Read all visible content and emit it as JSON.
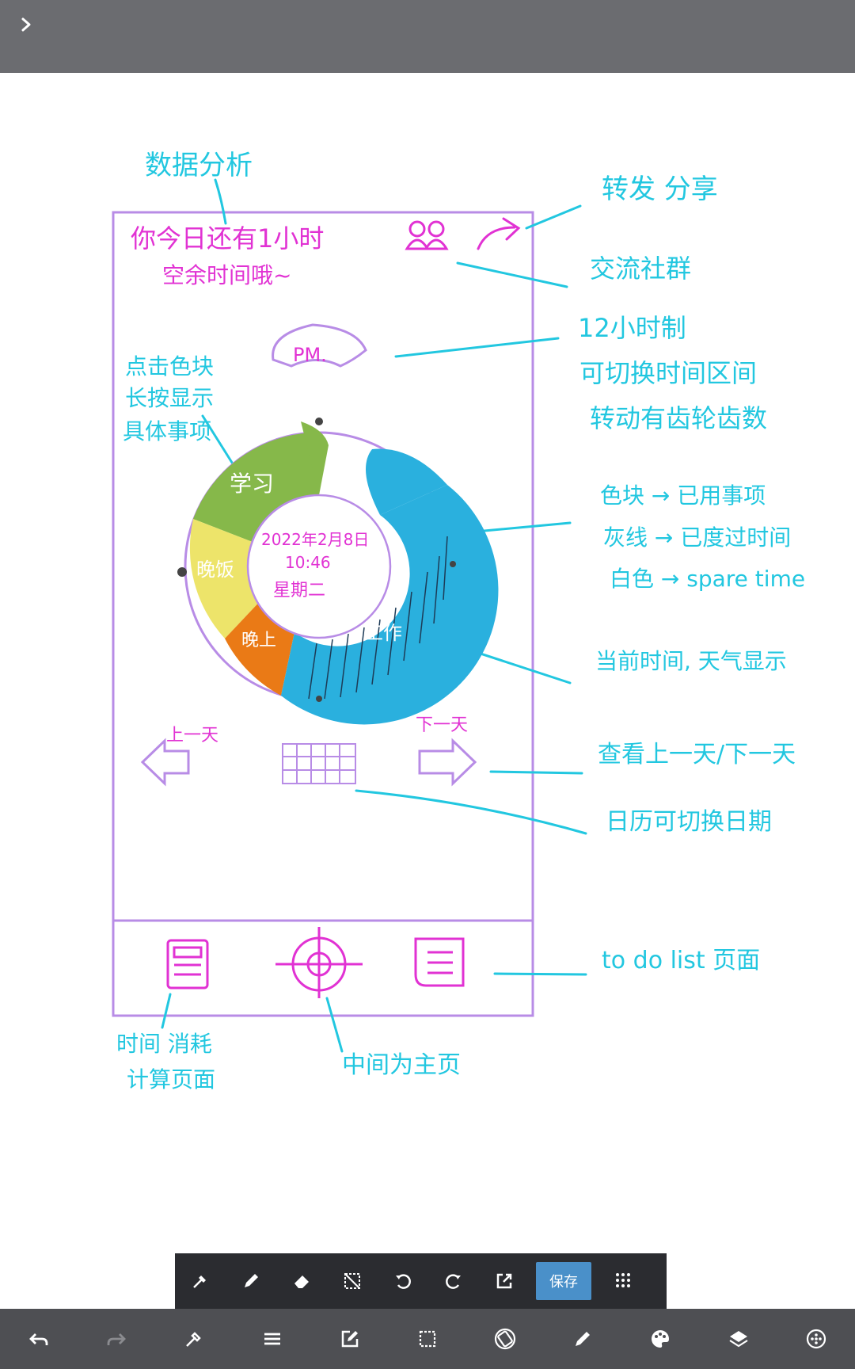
{
  "colors": {
    "topbar": "#6b6c70",
    "float_toolbar": "#2b2c30",
    "bottom_bar": "#4e4f53",
    "save_accent": "#4a90c9",
    "ink_cyan": "#22c7e0",
    "ink_magenta": "#e132d3",
    "frame_purple": "#b88ce6",
    "study_green": "#86b84a",
    "work_blue": "#2ab0de",
    "dinner_yellow": "#ede46a",
    "evening_orange": "#ea7a16"
  },
  "topbar": {
    "expand_icon": "chevron-right-icon"
  },
  "float_toolbar": {
    "icons": [
      "eyedropper-icon",
      "pen-icon",
      "eraser-icon",
      "deselect-icon",
      "rotate-left-icon",
      "rotate-right-icon",
      "export-icon",
      "grid-dots-icon"
    ],
    "save_label": "保存"
  },
  "bottom_bar": {
    "icons": [
      "undo-icon",
      "redo-icon",
      "eyedropper-icon",
      "menu-icon",
      "edit-icon",
      "selection-icon",
      "rotate-canvas-icon",
      "brush-icon",
      "palette-icon",
      "layers-icon",
      "more-icon"
    ]
  },
  "sketch": {
    "notes": {
      "reminder": "数据分析",
      "header_line1": "你今日还有1小时",
      "header_line2": "空余时间哦~",
      "share": "转发 分享",
      "community": "交流社群",
      "pm": "PM.",
      "mode_line1": "12小时制",
      "mode_line2": "可切换时间区间",
      "mode_line3": "转动有齿轮齿数",
      "tap_line1": "点击色块",
      "tap_line2": "长按显示",
      "tap_line3": "具体事项",
      "study": "学习",
      "dinner": "晚饭",
      "evening": "晚上",
      "work": "工作",
      "center_date": "2022年2月8日",
      "center_time": "10:46",
      "center_weekday": "星期二",
      "legend_line1": "色块 → 已用事项",
      "legend_line2": "灰线 → 已度过时间",
      "legend_line3": "白色 → spare time",
      "current_time_note": "当前时间, 天气显示",
      "prev_day": "上一天",
      "next_day": "下一天",
      "view_days": "查看上一天/下一天",
      "calendar_note": "日历可切换日期",
      "todo_note": "to do list 页面",
      "calc_line1": "时间 消耗",
      "calc_line2": "计算页面",
      "home_note": "中间为主页"
    }
  }
}
